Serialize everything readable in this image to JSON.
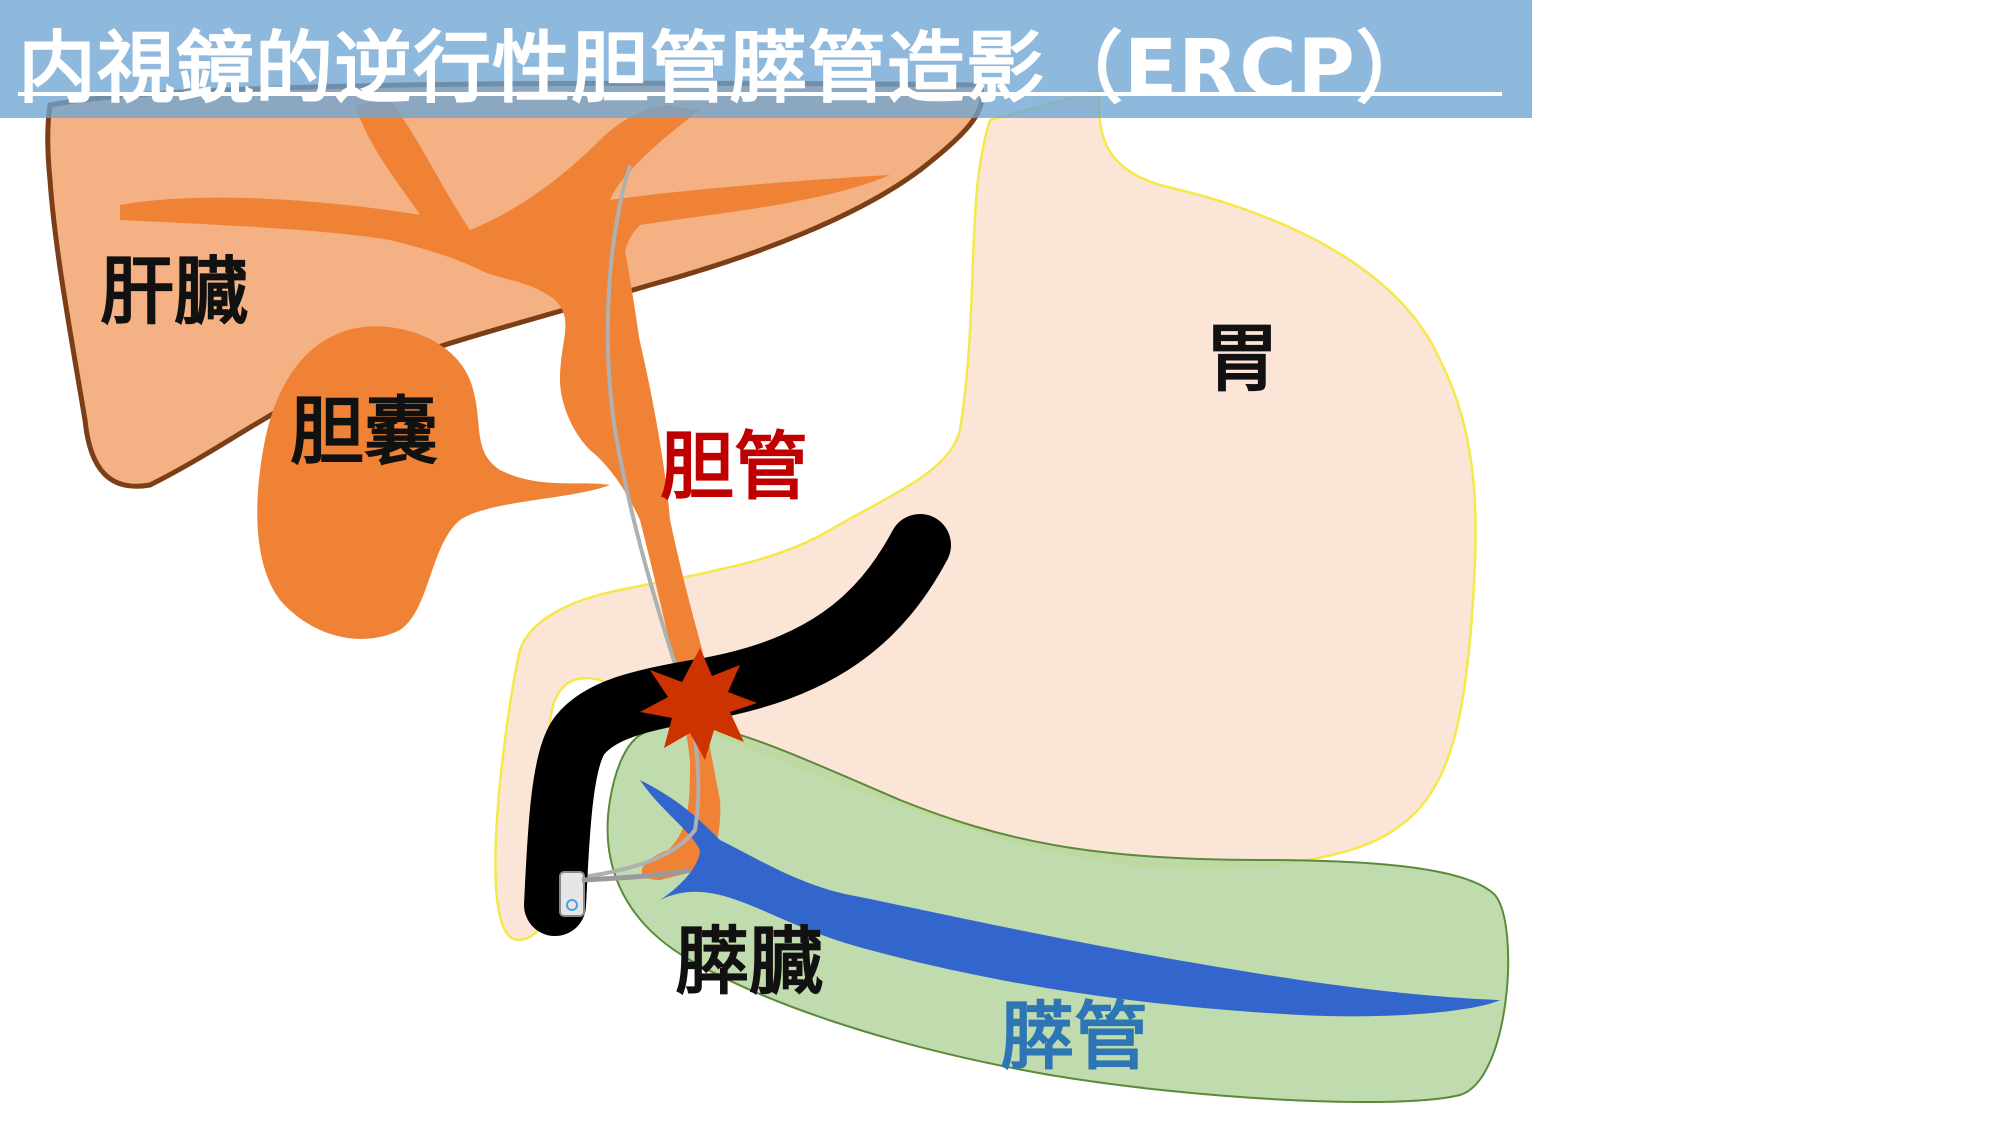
{
  "title": "内視鏡的逆行性胆管膵管造影（ERCP）",
  "labels": {
    "liver": "肝臓",
    "gallbladder": "胆嚢",
    "bile_duct": "胆管",
    "stomach": "胃",
    "pancreas": "膵臓",
    "pancreatic_duct": "膵管"
  },
  "colors": {
    "liver": "#f4b183",
    "liver_outline": "#7b3e16",
    "bile": "#f08236",
    "stomach": "#fbe5d6",
    "stomach_outline": "#f5e84a",
    "pancreas": "#b7d6a2",
    "pancreas_outline": "#5b8a3a",
    "pancreatic_duct": "#3366cc",
    "scope": "#000000",
    "burst": "#cc3300",
    "title_band": "#6ea5d2",
    "label_dark": "#111111",
    "label_red": "#c00000",
    "label_blue": "#2e75b6"
  }
}
